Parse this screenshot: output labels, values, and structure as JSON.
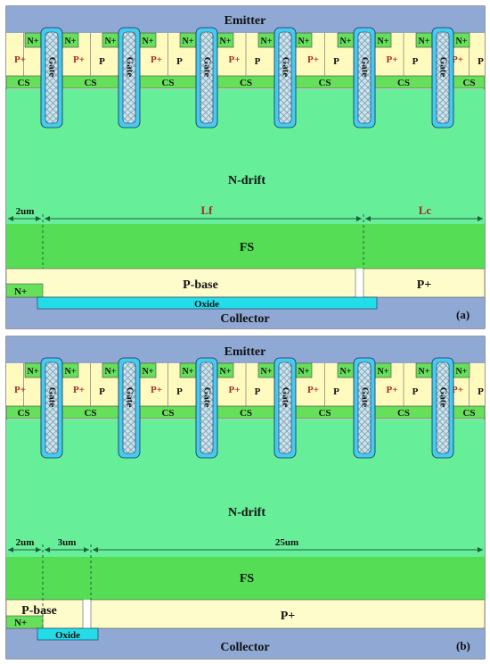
{
  "colors": {
    "metal": "#8fa8d4",
    "pplus": "#fffbbf",
    "p": "#fffbbf",
    "nplus": "#66e05a",
    "cs": "#66e05a",
    "drift": "#66ee99",
    "fs": "#55dd55",
    "pbase": "#fffccc",
    "oxide": "#22dde8",
    "gate_oxide": "#44ccee",
    "dim": "#1a5e3a"
  },
  "panel_a": {
    "emitter": "Emitter",
    "collector": "Collector",
    "ndrift": "N-drift",
    "fs": "FS",
    "pbase": "P-base",
    "pplus_col": "P+",
    "nplus_col": "N+",
    "oxide": "Oxide",
    "dim_1": "2um",
    "dim_2": "Lf",
    "dim_3": "Lc",
    "tag": "(a)"
  },
  "panel_b": {
    "emitter": "Emitter",
    "collector": "Collector",
    "ndrift": "N-drift",
    "fs": "FS",
    "pbase": "P-base",
    "pplus_col": "P+",
    "nplus_col": "N+",
    "oxide": "Oxide",
    "dim_1": "2um",
    "dim_2": "3um",
    "dim_3": "25um",
    "tag": "(b)"
  },
  "cells": {
    "gate": "Gate",
    "pplus": "P+",
    "p": "P",
    "nplus": "N+",
    "cs": "CS"
  }
}
